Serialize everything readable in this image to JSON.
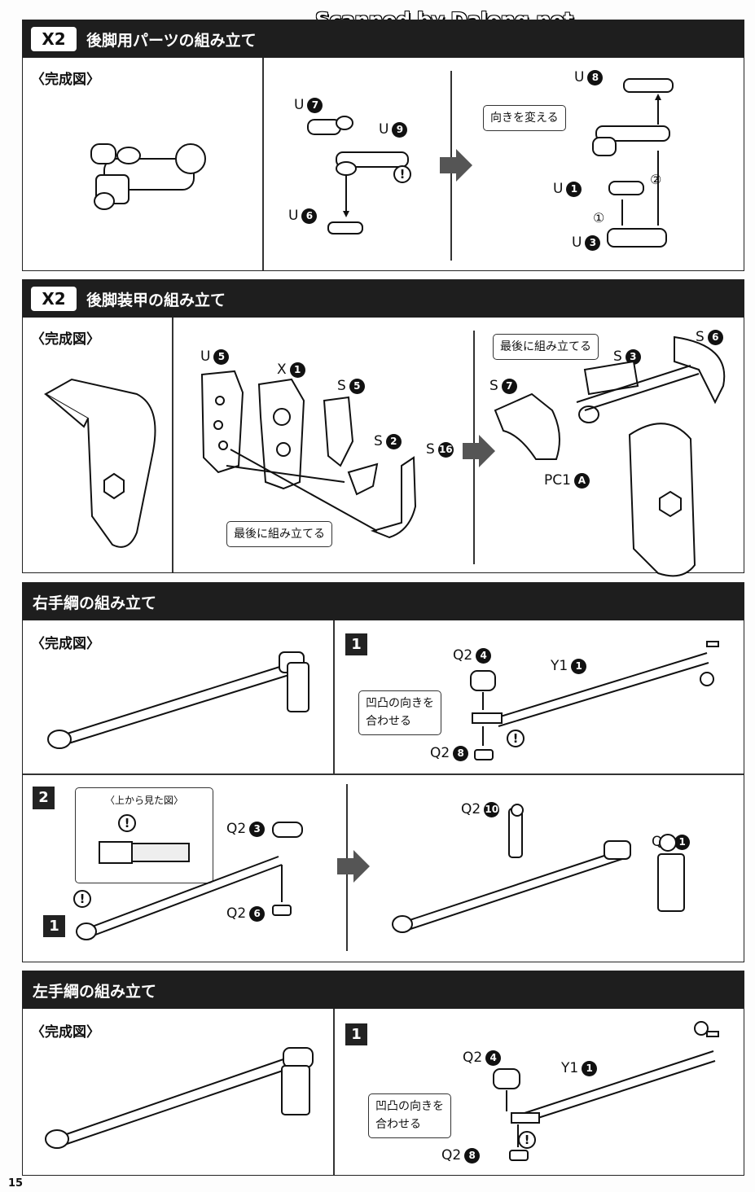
{
  "watermark": "Scanned by Dalong.net",
  "page_number": "15",
  "sections": {
    "s1": {
      "badge": "X2",
      "title": "後脚用パーツの組み立て",
      "complete_label": "〈完成図〉",
      "labels": {
        "u7": "U",
        "u9": "U",
        "u6": "U",
        "u8": "U",
        "u1": "U",
        "u3": "U"
      },
      "nums": {
        "u7": "7",
        "u9": "9",
        "u6": "6",
        "u8": "8",
        "u1": "1",
        "u3": "3"
      },
      "note": "向きを変える",
      "step_order_1": "①",
      "step_order_2": "②",
      "warn": "!"
    },
    "s2": {
      "badge": "X2",
      "title": "後脚装甲の組み立て",
      "complete_label": "〈完成図〉",
      "labels": {
        "u5": "U",
        "x1": "X",
        "s5": "S",
        "s2": "S",
        "s16": "S",
        "s6": "S",
        "s3": "S",
        "s7": "S",
        "pc1": "PC1"
      },
      "nums": {
        "u5": "5",
        "x1": "1",
        "s5": "5",
        "s2": "2",
        "s16": "16",
        "s6": "6",
        "s3": "3",
        "s7": "7",
        "pc1": "A"
      },
      "note_left": "最後に組み立てる",
      "note_right": "最後に組み立てる"
    },
    "s3": {
      "title": "右手綱の組み立て",
      "complete_label": "〈完成図〉",
      "step1": "1",
      "step2": "1",
      "labels": {
        "q24": "Q2",
        "y11": "Y1",
        "q28": "Q2"
      },
      "nums": {
        "q24": "4",
        "y11": "1",
        "q28": "8"
      },
      "note_line1": "凹凸の向きを",
      "note_line2": "合わせる",
      "warn": "!"
    },
    "s4": {
      "step": "2",
      "top_view": "〈上から見た図〉",
      "sub_step": "1",
      "labels": {
        "q23": "Q2",
        "q26": "Q2",
        "q210": "Q2",
        "q21": "Q2"
      },
      "nums": {
        "q23": "3",
        "q26": "6",
        "q210": "10",
        "q21": "1"
      },
      "warn": "!"
    },
    "s5": {
      "title": "左手綱の組み立て",
      "complete_label": "〈完成図〉",
      "step1": "1",
      "labels": {
        "q24": "Q2",
        "y11": "Y1",
        "q28": "Q2"
      },
      "nums": {
        "q24": "4",
        "y11": "1",
        "q28": "8"
      },
      "note_line1": "凹凸の向きを",
      "note_line2": "合わせる",
      "warn": "!"
    }
  }
}
